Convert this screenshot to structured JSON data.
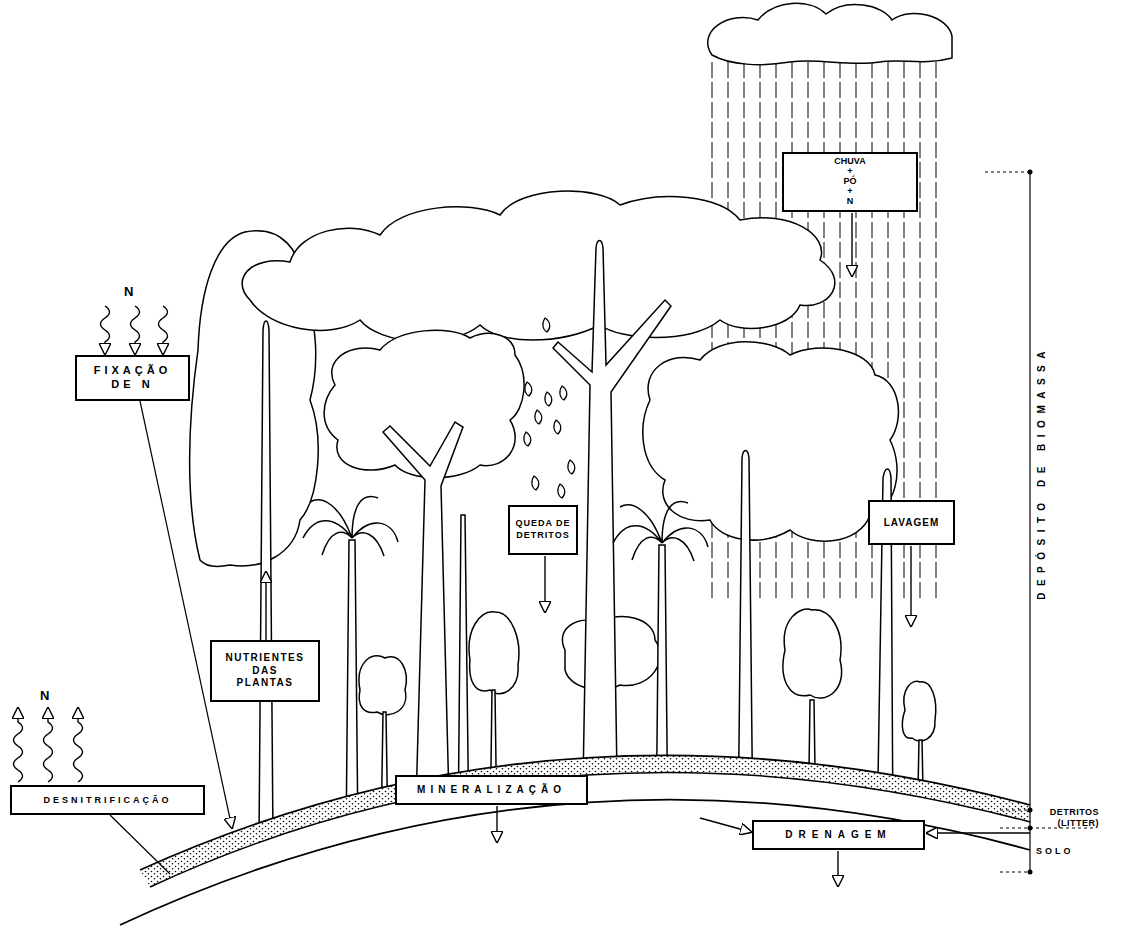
{
  "diagram": {
    "nodes": [
      {
        "text": [
          "CHUVA + PÓ + N"
        ]
      },
      {
        "text": [
          "FIXAÇÃO DE N"
        ]
      },
      {
        "text": [
          "QUEDA DE DETRITOS"
        ]
      },
      {
        "text": [
          "LAVAGEM"
        ]
      },
      {
        "text": [
          "NUTRIENTES DAS PLANTAS"
        ]
      },
      {
        "text": [
          "MINERALIZAÇÃO"
        ]
      },
      {
        "text": [
          "DESNITRIFICAÇÃO"
        ]
      },
      {
        "text": [
          "DRENAGEM"
        ]
      }
    ],
    "labels": [
      "N",
      "N",
      "DEPÓSITO DE BIOMASSA",
      "DETRITOS (LITTER)",
      "SOLO"
    ]
  }
}
